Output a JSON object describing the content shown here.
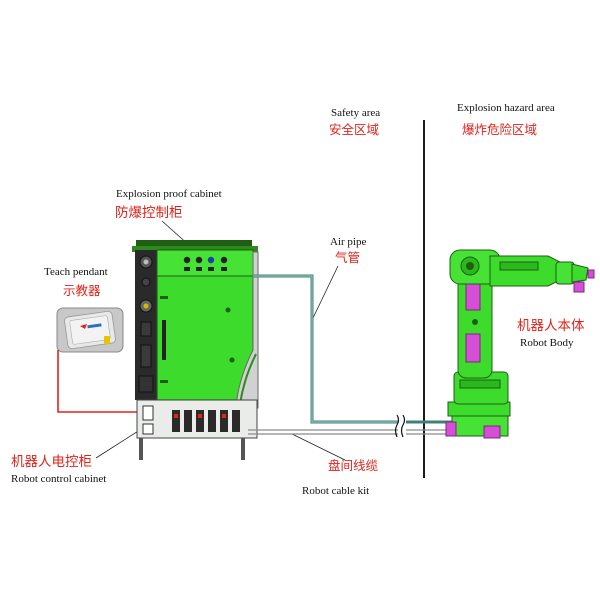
{
  "labels": {
    "safety_area_en": "Safety area",
    "safety_area_cn": "安全区域",
    "hazard_area_en": "Explosion hazard area",
    "hazard_area_cn": "爆炸危险区域",
    "cabinet_en": "Explosion proof cabinet",
    "cabinet_cn": "防爆控制柜",
    "air_pipe_en": "Air pipe",
    "air_pipe_cn": "气管",
    "teach_en": "Teach pendant",
    "teach_cn": "示教器",
    "robot_body_cn": "机器人本体",
    "robot_body_en": "Robot Body",
    "control_cabinet_cn": "机器人电控柜",
    "control_cabinet_en": "Robot control cabinet",
    "cable_kit_cn": "盘间线缆",
    "cable_kit_en": "Robot cable kit"
  },
  "colors": {
    "equipment_green": "#3ddc2c",
    "equipment_dark": "#1f5f14",
    "pipe_teal": "#3f7f76",
    "cable_red": "#e0241b",
    "accent_magenta": "#d44fd6",
    "divider": "#1a1a1a"
  },
  "icons": {
    "pendant_brand": "pendant-logo"
  }
}
